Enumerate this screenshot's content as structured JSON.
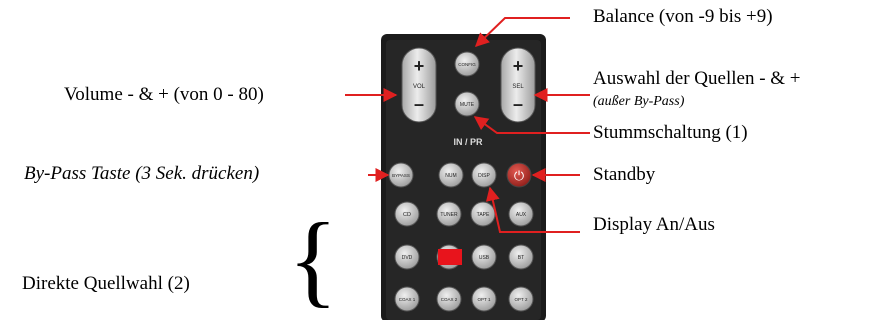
{
  "remote": {
    "panel_label": "IN / PR",
    "vol_label": "VOL",
    "sel_label": "SEL",
    "plus": "+",
    "minus": "–",
    "buttons": {
      "config": "CONFIG",
      "mute": "MUTE",
      "bypass": "BYPASS",
      "num": "NUM",
      "disp": "DISP",
      "power": "⏻",
      "cd": "CD",
      "tuner": "TUNER",
      "tape": "TAPE",
      "aux": "AUX",
      "dvd": "DVD",
      "usb": "USB",
      "bt": "BT",
      "coax1": "COAX 1",
      "coax2": "COAX 2",
      "opt1": "OPT 1",
      "opt2": "OPT 2"
    }
  },
  "annotations": {
    "balance": "Balance (von -9 bis +9)",
    "volume": "Volume - & + (von 0 - 80)",
    "source_select": "Auswahl der Quellen - & +",
    "source_select_note": "(außer By-Pass)",
    "mute": "Stummschaltung (1)",
    "bypass": "By-Pass Taste (3 Sek. drücken)",
    "standby": "Standby",
    "display": "Display An/Aus",
    "direct_source": "Direkte Quellwahl (2)",
    "brace": "{"
  },
  "colors": {
    "arrow": "#e02020",
    "remote_body": "#1b1b1b",
    "button": "#c8c8c8",
    "power_button": "#c0302a",
    "highlight": "#e8141c"
  }
}
